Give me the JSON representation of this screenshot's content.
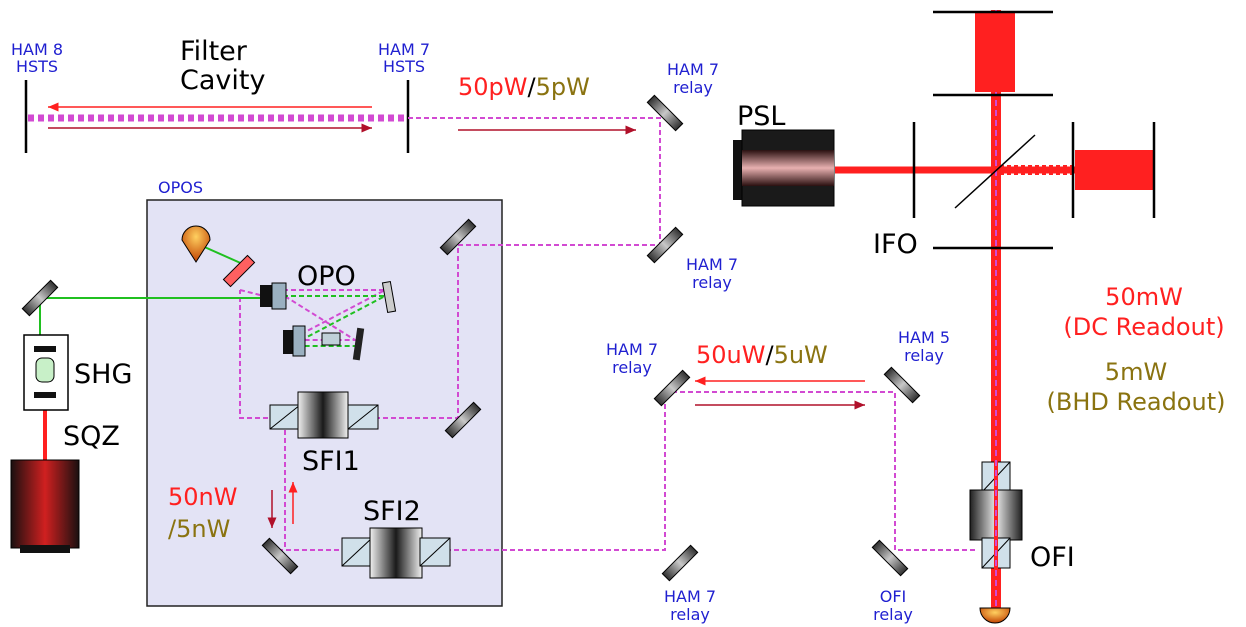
{
  "labels": {
    "ham8": [
      "HAM 8",
      "HSTS"
    ],
    "filter_cavity": [
      "Filter",
      "Cavity"
    ],
    "ham7_hsts": [
      "HAM 7",
      "HSTS"
    ],
    "fc_power_red": "50pW",
    "fc_power_sep": "/",
    "fc_power_olive": "5pW",
    "ham7_relay_top": [
      "HAM 7",
      "relay"
    ],
    "psl": "PSL",
    "opos": "OPOS",
    "ham7_relay_mid": [
      "HAM 7",
      "relay"
    ],
    "ifo": "IFO",
    "opo": "OPO",
    "shg": "SHG",
    "sqz": "SQZ",
    "sfi1": "SFI1",
    "sfi2": "SFI2",
    "opo_power_red": "50nW",
    "opo_power_olive": "/5nW",
    "ham7_relay_left": [
      "HAM 7",
      "relay"
    ],
    "mid_power_red": "50uW",
    "mid_power_sep": "/",
    "mid_power_olive": "5uW",
    "ham5_relay": [
      "HAM 5",
      "relay"
    ],
    "dc_readout": [
      "50mW",
      "(DC Readout)"
    ],
    "bhd_readout": [
      "5mW",
      "(BHD Readout)"
    ],
    "ham7_relay_bottom": [
      "HAM 7",
      "relay"
    ],
    "ofi_relay": [
      "OFI",
      "relay"
    ],
    "ofi": "OFI"
  },
  "colors": {
    "laser_red": "#ff2020",
    "squeezed_magenta": "#d24ad2",
    "pump_green": "#20c020",
    "arrow_darkred": "#b0102a",
    "olive": "#8a7310",
    "label_blue": "#1f1fd0",
    "opos_box": "#e3e3f5"
  }
}
